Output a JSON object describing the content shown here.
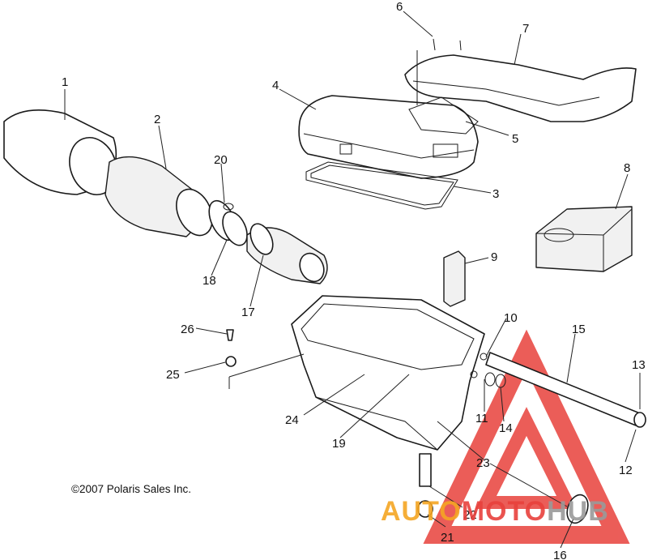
{
  "copyright": "©2007 Polaris Sales Inc.",
  "callouts": [
    "1",
    "2",
    "3",
    "4",
    "5",
    "6",
    "7",
    "8",
    "9",
    "10",
    "11",
    "12",
    "13",
    "14",
    "15",
    "16",
    "17",
    "18",
    "19",
    "20",
    "21",
    "22",
    "23",
    "24",
    "25",
    "26"
  ],
  "watermark": {
    "part1": "AUTO",
    "part2": "MOTO",
    "part3": "HUB",
    "color_orange": "#f5a623",
    "color_red": "#e8413c",
    "color_gray": "#9a9a9a"
  }
}
